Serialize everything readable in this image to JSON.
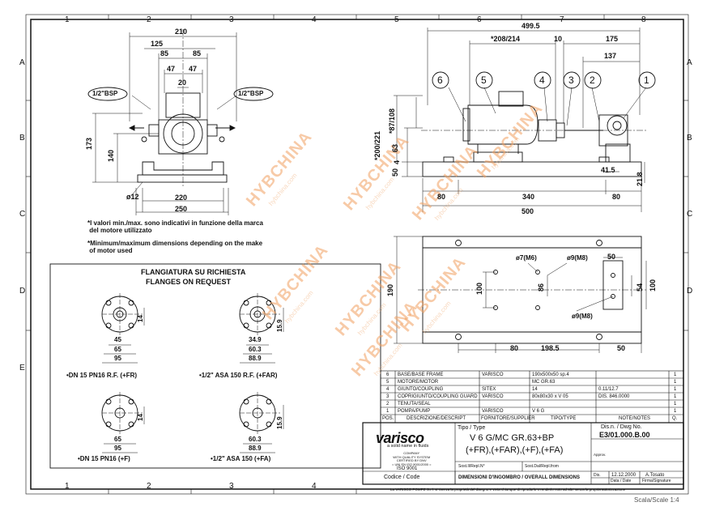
{
  "frame": {
    "cols": [
      "1",
      "2",
      "3",
      "4",
      "5",
      "6",
      "7",
      "8"
    ],
    "rows": [
      "A",
      "B",
      "C",
      "D",
      "E"
    ]
  },
  "front_view": {
    "dims": {
      "d210": "210",
      "d125": "125",
      "d85a": "85",
      "d85b": "85",
      "d47": "47",
      "d20": "20",
      "d173": "173",
      "d140": "140",
      "d220": "220",
      "d250": "250",
      "hole": "ø12"
    },
    "bsp_left": "1/2\"BSP",
    "bsp_right": "1/2\"BSP"
  },
  "side_view": {
    "dims": {
      "d4995": "499.5",
      "d208": "*208/214",
      "d10": "10",
      "d175": "175",
      "d137": "137",
      "d87": "*87/108",
      "d200": "*200/221",
      "d63": "63",
      "d4": "4",
      "d50": "50",
      "d415": "41.5",
      "d218": "21.8",
      "d80a": "80",
      "d340": "340",
      "d80b": "80",
      "d500": "500"
    },
    "balloons": [
      "6",
      "5",
      "4",
      "3",
      "2",
      "1"
    ]
  },
  "top_view": {
    "dims": {
      "m6": "ø7(M6)",
      "m8a": "ø9(M8)",
      "d50": "50",
      "d190": "190",
      "d100a": "100",
      "d86": "86",
      "d54": "54",
      "d100b": "100",
      "m8b": "ø9(M8)",
      "d80": "80",
      "d1985": "198.5",
      "d50b": "50"
    }
  },
  "notes": {
    "it": "*I valori min./max. sono indicativi in funzione della marca\n del motore utilizzato",
    "en": "*Minimum/maximum dimensions depending on the make\n of motor used"
  },
  "flanges": {
    "title_it": "FLANGIATURA SU RICHIESTA",
    "title_en": "FLANGES ON REQUEST",
    "fr": {
      "d45": "45",
      "d65": "65",
      "d95": "95",
      "d14": "14",
      "label": "•DN 15 PN16 R.F. (+FR)"
    },
    "far": {
      "d349": "34.9",
      "d603": "60.3",
      "d889": "88.9",
      "d159": "15.9",
      "label": "•1/2\" ASA 150 R.F. (+FAR)"
    },
    "f": {
      "d65": "65",
      "d95": "95",
      "d14": "14",
      "label": "•DN 15 PN16 (+F)"
    },
    "fa": {
      "d603": "60.3",
      "d889": "88.9",
      "d159": "15.9",
      "label": "•1/2\" ASA 150 (+FA)"
    }
  },
  "bom": {
    "rows": [
      {
        "pos": "6",
        "desc": "BASE/BASE FRAME",
        "supplier": "VARISCO",
        "type": "190x500x50 sp.4",
        "notes": "",
        "qty": "1"
      },
      {
        "pos": "5",
        "desc": "MOTORE/MOTOR",
        "supplier": "",
        "type": "MC GR.63",
        "notes": "",
        "qty": "1"
      },
      {
        "pos": "4",
        "desc": "GIUNTO/COUPLING",
        "supplier": "SITEX",
        "type": "14",
        "notes": "0.11/12.7",
        "qty": "1"
      },
      {
        "pos": "3",
        "desc": "COPRIGIUNTO/COUPLING GUARD",
        "supplier": "VARISCO",
        "type": "80x80x30 x V 05",
        "notes": "DIS. 846.0000",
        "qty": "1"
      },
      {
        "pos": "2",
        "desc": "TENUTA/SEAL",
        "supplier": "",
        "type": "",
        "notes": "",
        "qty": "1"
      },
      {
        "pos": "1",
        "desc": "POMPA/PUMP",
        "supplier": "VARISCO",
        "type": "V 6 G",
        "notes": "",
        "qty": "1"
      }
    ],
    "header": {
      "pos": "POS.",
      "desc": "DESCRIZIONE/DESCRIPT",
      "supplier": "FORNITORE/SUPPLIER",
      "type": "TIPO/TYPE",
      "notes": "NOTE/NOTES",
      "qty": "Q."
    }
  },
  "title_block": {
    "brand": "varisco",
    "brand_sub": "a solid name in fluids",
    "cert": "COMPANY\nWITH QUALITY SYSTEM\nCERTIFIED BY DNV\n= UNI EN ISO 9001/2000 =",
    "iso": "ISO 9001",
    "tipo_label": "Tipo / Type",
    "type_line1": "V 6 G/MC GR.63+BP",
    "type_line2": "(+FR),(+FAR),(+F),(+FA)",
    "dis_label": "Dis.n. / Dwg No.",
    "dwg_no": "E3/01.000.B.00",
    "sost_label": "Sost.Il/Repl.N°",
    "sostdal_label": "Sost.Dal/Repl.from",
    "codice_label": "Codice / Code",
    "approv_label": "Approv.",
    "title": "DIMENSIONI D'INGOMBRO / OVERALL DIMENSIONS",
    "dis_abbr": "Dis.",
    "date": "12.12.2000",
    "author": "A.Tosato",
    "date_label": "Data / Date",
    "sign_label": "Firma/Signature",
    "footer": "La VARISCO POMPE S.r.l. si riserva la proprietà del disegno e vieta chiunque di riprodurlo o renderlo noto ad altri senza la propria autorizzazione",
    "scale": "Scala/Scale 1:4"
  },
  "watermark": {
    "brand": "HYBCHINA",
    "site": "hybchina.com"
  },
  "colors": {
    "line": "#111111",
    "wm": "#f1a060"
  }
}
